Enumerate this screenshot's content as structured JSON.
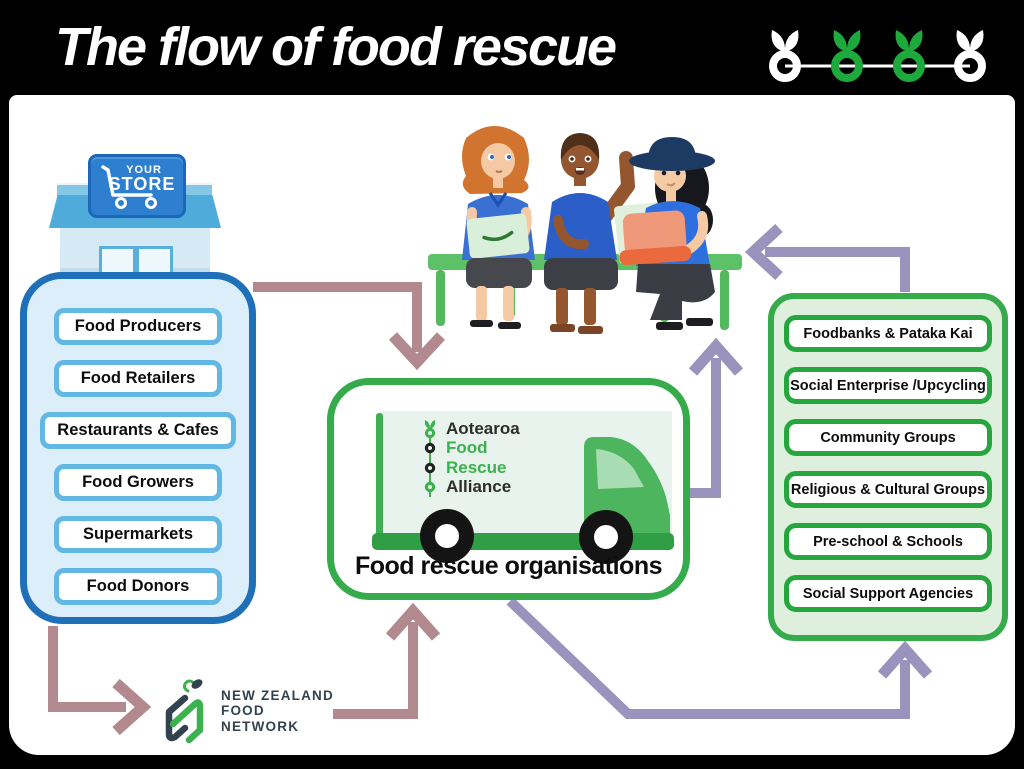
{
  "title": {
    "text": "The flow of food rescue"
  },
  "header_icons": {
    "description": "sprout-chain",
    "colors": [
      "#ffffff",
      "#1ea93c",
      "#1ea93c",
      "#ffffff"
    ]
  },
  "store": {
    "sign_line1": "YOUR",
    "sign_line2": "STORE"
  },
  "donors": {
    "items": [
      "Food Producers",
      "Food Retailers",
      "Restaurants & Cafes",
      "Food Growers",
      "Supermarkets",
      "Food Donors"
    ]
  },
  "rescue": {
    "label": "Food rescue organisations",
    "logo_rows": [
      {
        "word": "Aotearoa",
        "word_color": "#2d2d2d",
        "icon": "sprout-icon",
        "icon_color": "#3cb14f"
      },
      {
        "word": "Food",
        "word_color": "#3cb14f",
        "icon": "ring-icon",
        "icon_color": "#222222"
      },
      {
        "word": "Rescue",
        "word_color": "#3cb14f",
        "icon": "ring-icon",
        "icon_color": "#222222"
      },
      {
        "word": "Alliance",
        "word_color": "#2d2d2d",
        "icon": "ring-icon",
        "icon_color": "#3cb14f"
      }
    ]
  },
  "recipients": {
    "items": [
      "Foodbanks & Pataka Kai",
      "Social Enterprise /Upcycling",
      "Community Groups",
      "Religious & Cultural Groups",
      "Pre-school & Schools",
      "Social Support Agencies"
    ]
  },
  "nzfn": {
    "lines": [
      "NEW ZEALAND",
      "FOOD",
      "NETWORK"
    ]
  },
  "colors": {
    "frame": "#000000",
    "mauve_arrow": "#b2898e",
    "purple_arrow": "#9a93bd",
    "blue_border": "#1e70b8",
    "blue_fill": "#dceefa",
    "blue_item_border": "#63b7e3",
    "green_border": "#35ab4b",
    "green_fill": "#def0dd",
    "green_item_border": "#25a73d",
    "bench_green": "#5dc167",
    "truck_green": "#4cb55e"
  }
}
